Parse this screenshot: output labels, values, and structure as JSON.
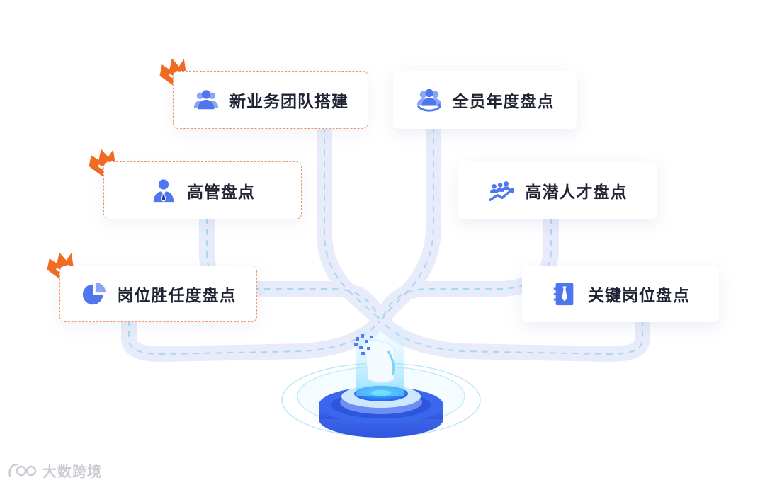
{
  "cards": [
    {
      "id": "new-team",
      "label": "新业务团队搭建",
      "icon": "team-icon",
      "featured": true
    },
    {
      "id": "all-staff",
      "label": "全员年度盘点",
      "icon": "team-cycle-icon",
      "featured": false
    },
    {
      "id": "executive",
      "label": "高管盘点",
      "icon": "executive-icon",
      "featured": true
    },
    {
      "id": "high-potential",
      "label": "高潜人才盘点",
      "icon": "growth-people-icon",
      "featured": false
    },
    {
      "id": "competency",
      "label": "岗位胜任度盘点",
      "icon": "pie-chart-icon",
      "featured": true
    },
    {
      "id": "key-position",
      "label": "关键岗位盘点",
      "icon": "id-badge-icon",
      "featured": false
    }
  ],
  "watermark": {
    "text": "大数跨境",
    "icon": "brand-logo-icon"
  },
  "colors": {
    "accent": "#5b7ff0",
    "crown": "#f26b22",
    "dashed_border": "#f1946a",
    "road": "#e9edfb",
    "road_dash": "#a9d8f2",
    "platform": "#3d6cf0"
  }
}
